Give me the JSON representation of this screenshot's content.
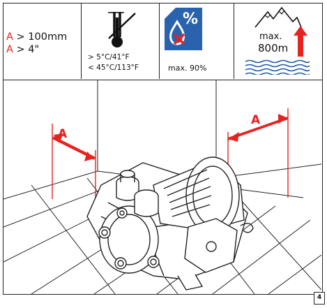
{
  "distance": {
    "line1_letter": "A",
    "line1_text": " > 100mm",
    "line2_letter": "A",
    "line2_text": " > 4\""
  },
  "temperature": {
    "icon": "thermometer-icon",
    "min": "> 5°C/41°F",
    "max": "< 45°C/113°F"
  },
  "humidity": {
    "icon": "humidity-drop-icon",
    "symbol": "%",
    "label": "max. 90%"
  },
  "altitude": {
    "icon": "mountain-icon",
    "line1": "max.",
    "line2": "800m"
  },
  "illustration": {
    "icon": "vacuum-pump-installation",
    "dimension_label_left": "A",
    "dimension_label_right": "A"
  },
  "page_number": "4",
  "colors": {
    "accent_red": "#e52321",
    "humidity_blue": "#2a63ad",
    "water_blue": "#1f5aa8"
  }
}
